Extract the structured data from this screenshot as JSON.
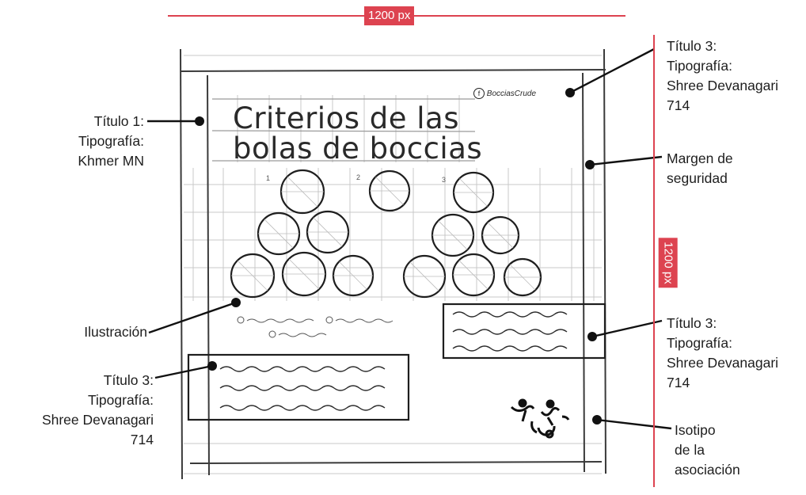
{
  "dimensions": {
    "width_label": "1200 px",
    "height_label": "1200 px",
    "accent_color": "#dd4350"
  },
  "annotations": {
    "title1": [
      "Título 1:",
      "Tipografía:",
      "Khmer MN"
    ],
    "title3_brand": [
      "Título 3:",
      "Tipografía:",
      "Shree Devanagari",
      "714"
    ],
    "safety_margin": [
      "Margen de",
      "seguridad"
    ],
    "illustration": [
      "Ilustración"
    ],
    "title3_right_box": [
      "Título 3:",
      "Tipografía:",
      "Shree Devanagari",
      "714"
    ],
    "title3_left_box": [
      "Título 3:",
      "Tipografía:",
      "Shree Devanagari",
      "714"
    ],
    "isotype": [
      "Isotipo",
      "de la",
      "asociación"
    ]
  },
  "sketch": {
    "title_line1": "Criterios de las",
    "title_line2": "bolas de boccias",
    "brand_text": "BocciasCrude",
    "numbers": [
      "1",
      "2",
      "3"
    ]
  }
}
